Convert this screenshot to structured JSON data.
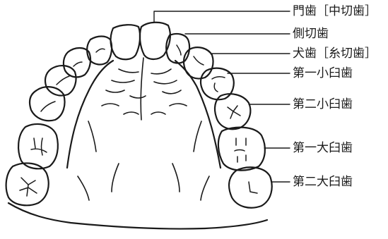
{
  "labels": {
    "central_incisor": "門歯［中切歯］",
    "lateral_incisor": "側切歯",
    "canine": "犬歯［糸切歯］",
    "first_premolar": "第一小臼歯",
    "second_premolar": "第二小臼歯",
    "first_molar": "第一大臼歯",
    "second_molar": "第二大臼歯"
  },
  "colors": {
    "ink": "#1a1a1a",
    "background": "#ffffff"
  }
}
